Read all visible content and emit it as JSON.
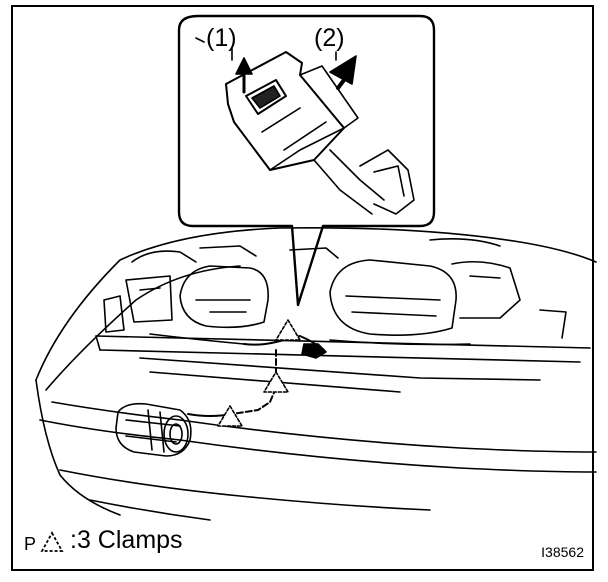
{
  "callouts": {
    "step1": "(1)",
    "step2": "(2)"
  },
  "legend": {
    "prefix": "P",
    "text": ":3 Clamps",
    "symbol": "clamp-triangle-icon"
  },
  "figure_id": "I38562",
  "colors": {
    "ink": "#000000",
    "paper": "#ffffff"
  }
}
